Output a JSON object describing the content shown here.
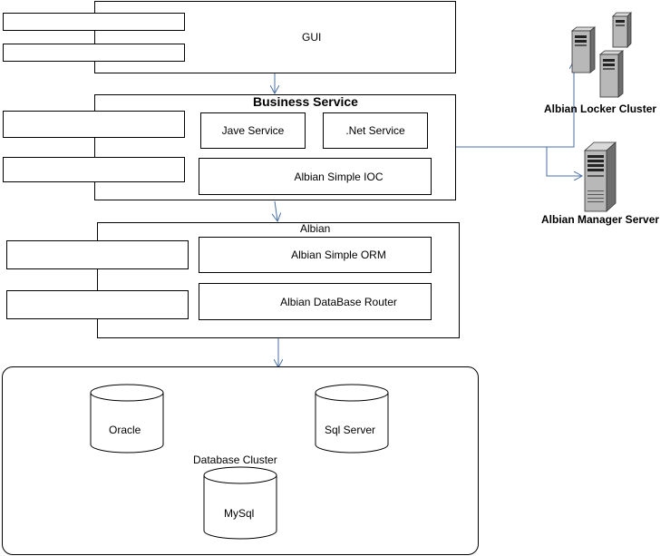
{
  "layers": {
    "gui": {
      "label": "GUI"
    },
    "business": {
      "title": "Business Service",
      "java": "Jave Service",
      "net": ".Net Service",
      "ioc": "Albian Simple IOC"
    },
    "albian": {
      "title": "Albian",
      "orm": "Albian Simple ORM",
      "router": "Albian DataBase Router"
    },
    "database": {
      "title": "Database Cluster",
      "oracle": "Oracle",
      "sqlserver": "Sql Server",
      "mysql": "MySql"
    }
  },
  "servers": {
    "locker": "Albian Locker Cluster",
    "manager": "Albian Manager Server"
  },
  "colors": {
    "connector": "#4a6fa5",
    "server_body": "#b8b8b8",
    "server_dark": "#6e6e6e"
  }
}
